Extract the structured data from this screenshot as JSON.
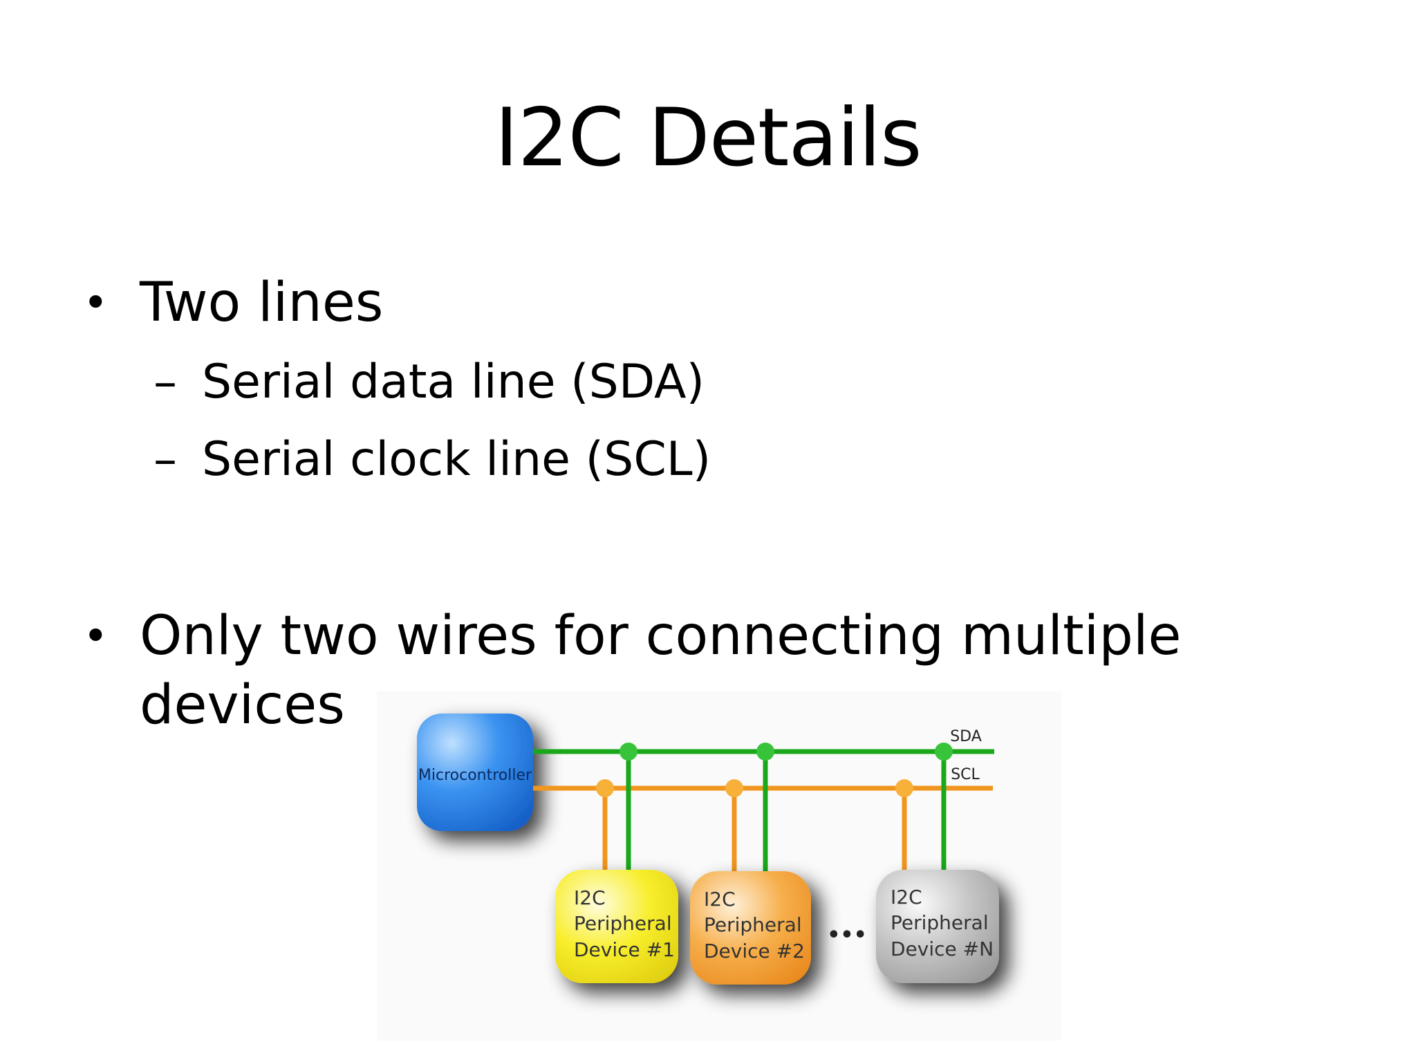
{
  "slide": {
    "title": "I2C Details",
    "bullets": [
      {
        "text": "Two lines",
        "sub": [
          "Serial data line (SDA)",
          "Serial clock line (SCL)"
        ]
      },
      {
        "text": "Only two wires for connecting multiple devices",
        "sub": []
      }
    ],
    "bullet_glyph": "•",
    "sub_glyph": "–"
  },
  "diagram": {
    "microcontroller_label": "Microcontroller",
    "sda_label": "SDA",
    "scl_label": "SCL",
    "ellipsis": "•••",
    "devices": [
      {
        "line1": "I2C",
        "line2": "Peripheral",
        "line3": "Device #1",
        "color": "#f5ea1e"
      },
      {
        "line1": "I2C",
        "line2": "Peripheral",
        "line3": "Device #2",
        "color": "#f4a43a"
      },
      {
        "line1": "I2C",
        "line2": "Peripheral",
        "line3": "Device #N",
        "color": "#b8b8b8"
      }
    ],
    "colors": {
      "sda": "#1aa81a",
      "scl": "#f0961e",
      "microcontroller": "#2a82e8"
    }
  }
}
